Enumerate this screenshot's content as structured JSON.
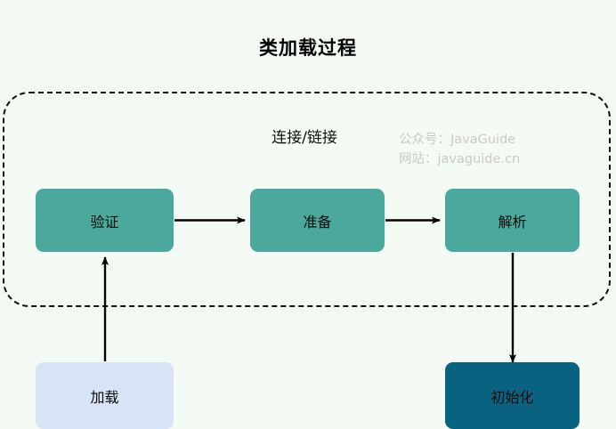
{
  "diagram": {
    "title": "类加载过程",
    "background_color": "#f4fbf4",
    "group": {
      "label": "连接/链接",
      "border_style": "dashed",
      "border_color": "#111111"
    },
    "watermark": {
      "line1": "公众号：JavaGuide",
      "line2": "网站：javaguide.cn",
      "color": "#c9c9c9"
    },
    "nodes": [
      {
        "id": "load",
        "label": "加载",
        "color": "#d7e4f7",
        "in_group": false
      },
      {
        "id": "verify",
        "label": "验证",
        "color": "#4aa89c",
        "in_group": true
      },
      {
        "id": "prepare",
        "label": "准备",
        "color": "#4aa89c",
        "in_group": true
      },
      {
        "id": "resolve",
        "label": "解析",
        "color": "#4aa89c",
        "in_group": true
      },
      {
        "id": "init",
        "label": "初始化",
        "color": "#0a6281",
        "in_group": false
      }
    ],
    "edges": [
      {
        "from": "load",
        "to": "verify",
        "direction": "up"
      },
      {
        "from": "verify",
        "to": "prepare",
        "direction": "right"
      },
      {
        "from": "prepare",
        "to": "resolve",
        "direction": "right"
      },
      {
        "from": "resolve",
        "to": "init",
        "direction": "down"
      }
    ]
  }
}
